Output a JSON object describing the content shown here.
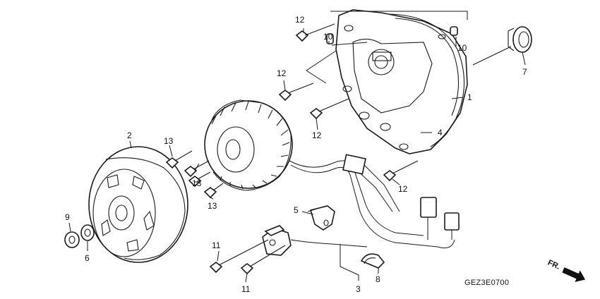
{
  "diagram": {
    "code": "GEZ3E0700",
    "direction_label": "FR.",
    "callouts": {
      "c1": "1",
      "c2": "2",
      "c3": "3",
      "c4": "4",
      "c5": "5",
      "c6": "6",
      "c7": "7",
      "c8": "8",
      "c9": "9",
      "c10a": "10",
      "c10b": "10",
      "c11a": "11",
      "c11b": "11",
      "c12a": "12",
      "c12b": "12",
      "c12c": "12",
      "c12d": "12",
      "c13a": "13",
      "c13b": "13",
      "c13c": "13"
    }
  }
}
